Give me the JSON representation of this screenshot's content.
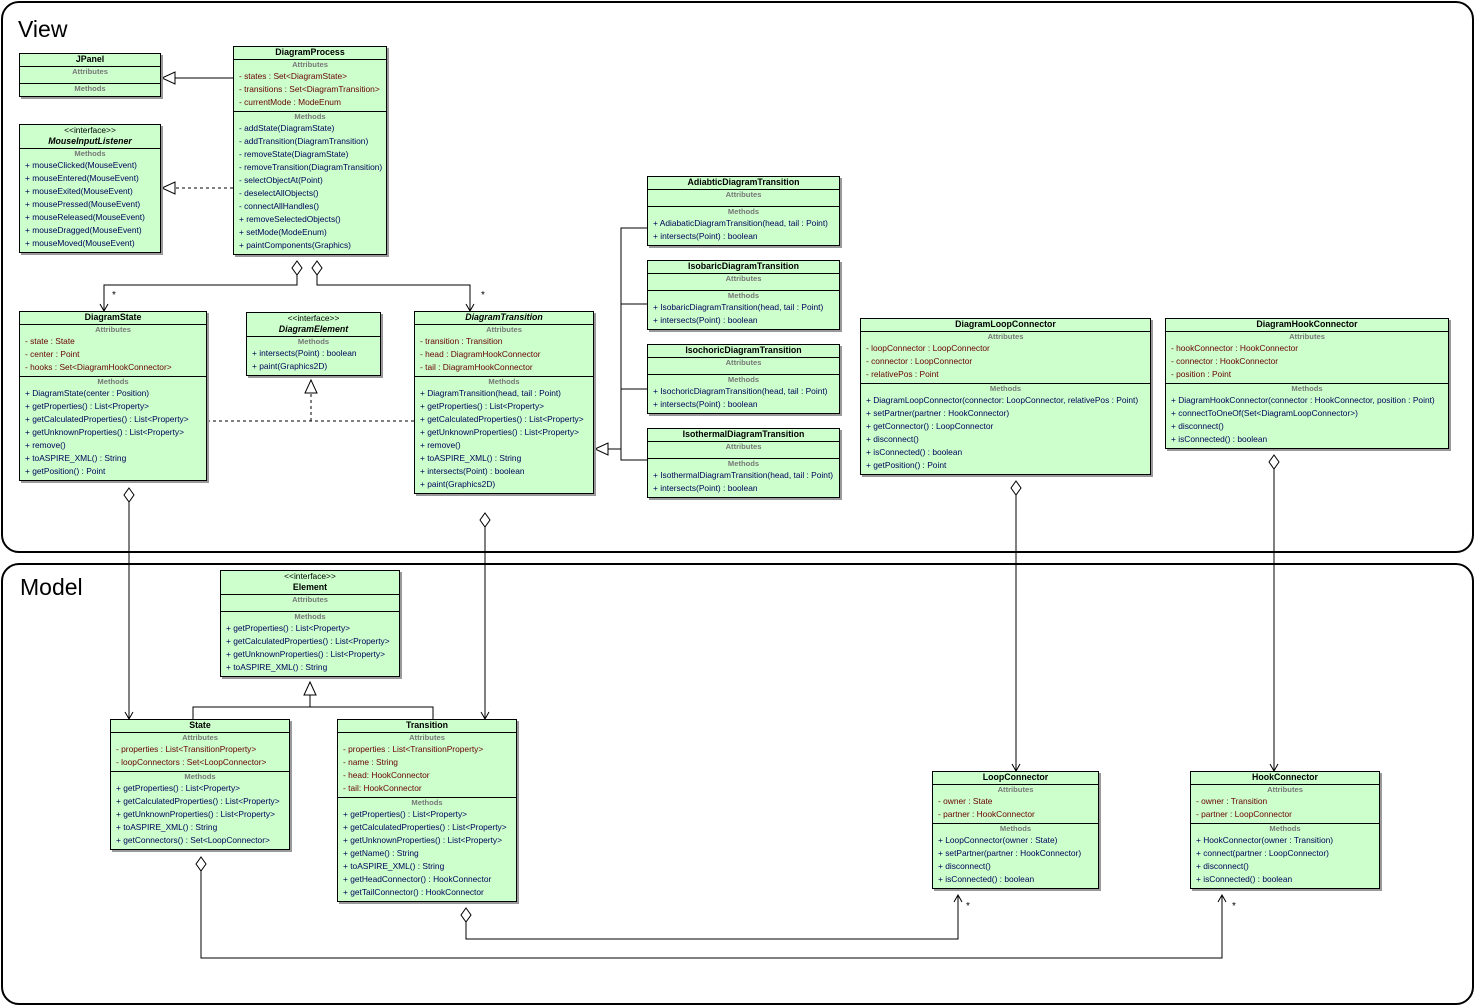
{
  "packages": [
    {
      "id": "view",
      "title": "View"
    },
    {
      "id": "model",
      "title": "Model"
    }
  ],
  "section_labels": {
    "attributes": "Attributes",
    "methods": "Methods"
  },
  "classes": [
    {
      "id": "jpanel",
      "name": "JPanel",
      "attributes": [],
      "methods": []
    },
    {
      "id": "diagram-process",
      "name": "DiagramProcess",
      "attributes": [
        "- states : Set<DiagramState>",
        "- transitions : Set<DiagramTransition>",
        "- currentMode : ModeEnum"
      ],
      "methods": [
        "- addState(DiagramState)",
        "- addTransition(DiagramTransition)",
        "- removeState(DiagramState)",
        "- removeTransition(DiagramTransition)",
        "- selectObjectAt(Point)",
        "- deselectAllObjects()",
        "- connectAllHandles()",
        "+ removeSelectedObjects()",
        "+ setMode(ModeEnum)",
        "+ paintComponents(Graphics)"
      ]
    },
    {
      "id": "mouse-input-listener",
      "stereotype": "<<interface>>",
      "name": "MouseInputListener",
      "italic": true,
      "no_attributes": true,
      "attributes": [],
      "methods": [
        "+ mouseClicked(MouseEvent)",
        "+ mouseEntered(MouseEvent)",
        "+ mouseExited(MouseEvent)",
        "+ mousePressed(MouseEvent)",
        "+ mouseReleased(MouseEvent)",
        "+ mouseDragged(MouseEvent)",
        "+ mouseMoved(MouseEvent)"
      ]
    },
    {
      "id": "adiabatic",
      "name": "AdiabticDiagramTransition",
      "attributes": [],
      "methods": [
        "+ AdiabaticDiagramTransition(head, tail : Point)",
        "+ intersects(Point) : boolean"
      ]
    },
    {
      "id": "isobaric",
      "name": "IsobaricDiagramTransition",
      "attributes": [],
      "methods": [
        "+ IsobaricDiagramTransition(head, tail : Point)",
        "+ intersects(Point) : boolean"
      ]
    },
    {
      "id": "isochoric",
      "name": "IsochoricDiagramTransition",
      "attributes": [],
      "methods": [
        "+ IsochoricDiagramTransition(head, tail : Point)",
        "+ intersects(Point) : boolean"
      ]
    },
    {
      "id": "isothermal",
      "name": "IsothermalDiagramTransition",
      "attributes": [],
      "methods": [
        "+ IsothermalDiagramTransition(head, tail : Point)",
        "+ intersects(Point) : boolean"
      ]
    },
    {
      "id": "diagram-state",
      "name": "DiagramState",
      "attributes": [
        "- state : State",
        "- center : Point",
        "- hooks : Set<DiagramHookConnector>"
      ],
      "methods": [
        "+ DiagramState(center : Position)",
        "+ getProperties() : List<Property>",
        "+ getCalculatedProperties() : List<Property>",
        "+ getUnknownProperties() : List<Property>",
        "+ remove()",
        "+ toASPIRE_XML() : String",
        "+ getPosition() : Point"
      ]
    },
    {
      "id": "diagram-element",
      "stereotype": "<<interface>>",
      "name": "DiagramElement",
      "italic": true,
      "no_attributes": true,
      "attributes": [],
      "methods": [
        "+ intersects(Point) : boolean",
        "+ paint(Graphics2D)"
      ]
    },
    {
      "id": "diagram-transition",
      "name": "DiagramTransition",
      "italic": true,
      "attributes": [
        "- transition : Transition",
        "- head : DiagramHookConnector",
        "- tail : DiagramHookConnector"
      ],
      "methods": [
        "+ DiagramTransition(head, tail : Point)",
        "+ getProperties() : List<Property>",
        "+ getCalculatedProperties() : List<Property>",
        "+ getUnknownProperties() : List<Property>",
        "+ remove()",
        "+ toASPIRE_XML() : String",
        "+ intersects(Point) : boolean",
        "+ paint(Graphics2D)"
      ]
    },
    {
      "id": "diagram-loop-connector",
      "name": "DiagramLoopConnector",
      "attributes": [
        "- loopConnector : LoopConnector",
        "- connector : LoopConnector",
        "- relativePos : Point"
      ],
      "methods": [
        "+ DiagramLoopConnector(connector: LoopConnector, relativePos : Point)",
        "+ setPartner(partner : HookConnector)",
        "+ getConnector() : LoopConnector",
        "+ disconnect()",
        "+ isConnected() : boolean",
        "+ getPosition() : Point"
      ]
    },
    {
      "id": "diagram-hook-connector",
      "name": "DiagramHookConnector",
      "attributes": [
        "- hookConnector : HookConnector",
        "- connector : HookConnector",
        "- position : Point"
      ],
      "methods": [
        "+ DiagramHookConnector(connector : HookConnector, position : Point)",
        "+ connectToOneOf(Set<DiagramLoopConnector>)",
        "+ disconnect()",
        "+ isConnected() : boolean"
      ]
    },
    {
      "id": "element",
      "stereotype": "<<interface>>",
      "name": "Element",
      "attributes": [],
      "methods": [
        "+ getProperties() : List<Property>",
        "+ getCalculatedProperties() : List<Property>",
        "+ getUnknownProperties() : List<Property>",
        "+ toASPIRE_XML() : String"
      ]
    },
    {
      "id": "state",
      "name": "State",
      "attributes": [
        "- properties : List<TransitionProperty>",
        "- loopConnectors : Set<LoopConnector>"
      ],
      "methods": [
        "+ getProperties() : List<Property>",
        "+ getCalculatedProperties() : List<Property>",
        "+ getUnknownProperties() : List<Property>",
        "+ toASPIRE_XML() : String",
        "+ getConnectors() : Set<LoopConnector>"
      ]
    },
    {
      "id": "transition",
      "name": "Transition",
      "attributes": [
        "- properties : List<TransitionProperty>",
        "- name : String",
        "- head: HookConnector",
        "- tail: HookConnector"
      ],
      "methods": [
        "+ getProperties() : List<Property>",
        "+ getCalculatedProperties() : List<Property>",
        "+ getUnknownProperties() : List<Property>",
        "+ getName() : String",
        "+ toASPIRE_XML() : String",
        "+ getHeadConnector() : HookConnector",
        "+ getTailConnector() : HookConnector"
      ]
    },
    {
      "id": "loop-connector",
      "name": "LoopConnector",
      "attributes": [
        "- owner : State",
        "- partner : HookConnector"
      ],
      "methods": [
        "+ LoopConnector(owner : State)",
        "+ setPartner(partner : HookConnector)",
        "+ disconnect()",
        "+ isConnected() : boolean"
      ]
    },
    {
      "id": "hook-connector",
      "name": "HookConnector",
      "attributes": [
        "- owner : Transition",
        "- partner : LoopConnector"
      ],
      "methods": [
        "+ HookConnector(owner : Transition)",
        "+ connect(partner : LoopConnector)",
        "+ disconnect()",
        "+ isConnected() : boolean"
      ]
    }
  ],
  "relations": [
    {
      "type": "generalization",
      "from": "diagram-process",
      "to": "jpanel"
    },
    {
      "type": "realization",
      "from": "diagram-process",
      "to": "mouse-input-listener"
    },
    {
      "type": "aggregation",
      "whole": "diagram-process",
      "part": "diagram-state",
      "multiplicity": "*"
    },
    {
      "type": "aggregation",
      "whole": "diagram-process",
      "part": "diagram-transition",
      "multiplicity": "*"
    },
    {
      "type": "realization",
      "from": "diagram-state",
      "to": "diagram-element"
    },
    {
      "type": "realization",
      "from": "diagram-transition",
      "to": "diagram-element"
    },
    {
      "type": "generalization",
      "from": "adiabatic",
      "to": "diagram-transition"
    },
    {
      "type": "generalization",
      "from": "isobaric",
      "to": "diagram-transition"
    },
    {
      "type": "generalization",
      "from": "isochoric",
      "to": "diagram-transition"
    },
    {
      "type": "generalization",
      "from": "isothermal",
      "to": "diagram-transition"
    },
    {
      "type": "aggregation",
      "whole": "diagram-state",
      "part": "state"
    },
    {
      "type": "aggregation",
      "whole": "diagram-transition",
      "part": "transition"
    },
    {
      "type": "aggregation",
      "whole": "diagram-loop-connector",
      "part": "loop-connector"
    },
    {
      "type": "aggregation",
      "whole": "diagram-hook-connector",
      "part": "hook-connector"
    },
    {
      "type": "generalization",
      "from": "state",
      "to": "element"
    },
    {
      "type": "generalization",
      "from": "transition",
      "to": "element"
    },
    {
      "type": "aggregation",
      "whole": "transition",
      "part": "loop-connector",
      "multiplicity": "*"
    },
    {
      "type": "aggregation",
      "whole": "state",
      "part": "hook-connector",
      "multiplicity": "*"
    }
  ]
}
